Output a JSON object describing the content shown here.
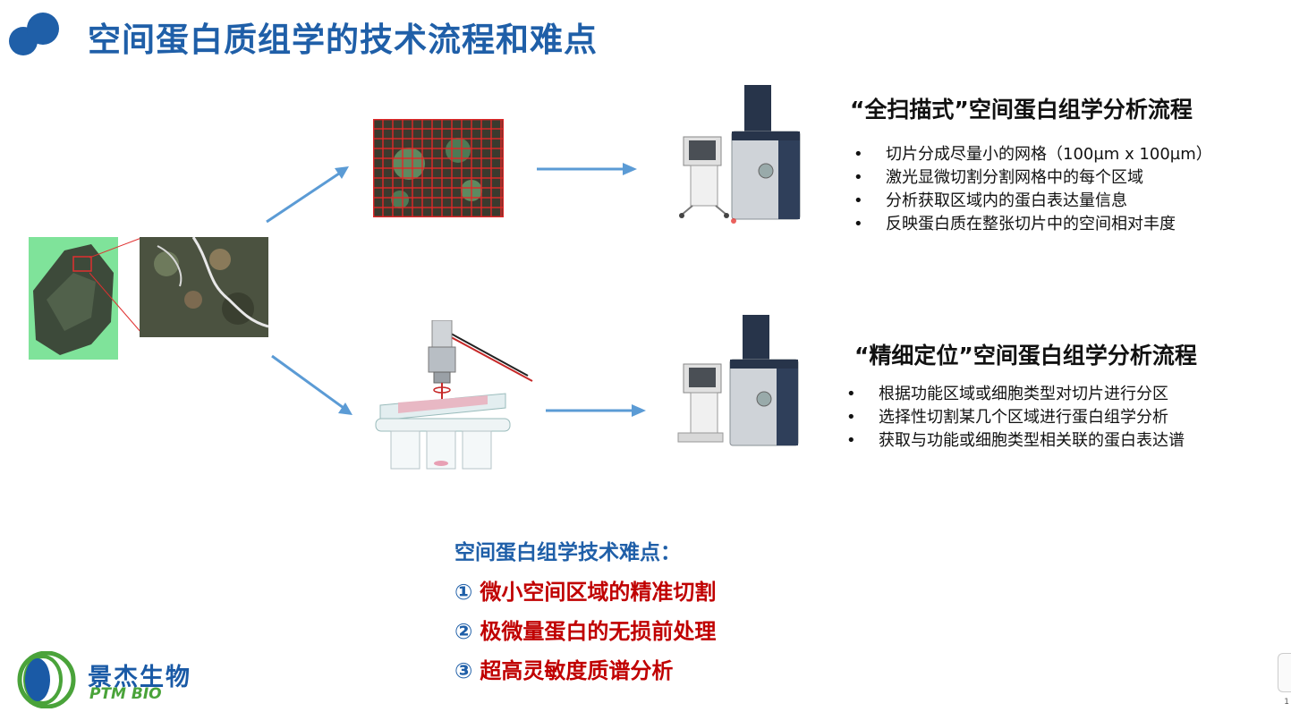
{
  "title": "空间蛋白质组学的技术流程和难点",
  "section1": {
    "title": "“全扫描式”空间蛋白组学分析流程",
    "bullets": [
      "切片分成尽量小的网格（100µm x 100µm）",
      "激光显微切割分割网格中的每个区域",
      "分析获取区域内的蛋白表达量信息",
      "反映蛋白质在整张切片中的空间相对丰度"
    ]
  },
  "section2": {
    "title": "“精细定位”空间蛋白组学分析流程",
    "bullets": [
      "根据功能区域或细胞类型对切片进行分区",
      "选择性切割某几个区域进行蛋白组学分析",
      "获取与功能或细胞类型相关联的蛋白表达谱"
    ]
  },
  "bullet_char": "•",
  "difficulties": {
    "title": "空间蛋白组学技术难点：",
    "items": [
      {
        "num": "①",
        "text": "微小空间区域的精准切割"
      },
      {
        "num": "②",
        "text": "极微量蛋白的无损前处理"
      },
      {
        "num": "③",
        "text": "超高灵敏度质谱分析"
      }
    ]
  },
  "logo": {
    "cn": "景杰生物",
    "en": "PTM BIO"
  },
  "page_number": "1",
  "colors": {
    "title_blue": "#1f5fa8",
    "red": "#c00000",
    "arrow": "#5b9bd5",
    "logo_green": "#4aa33a"
  },
  "icons": [
    "logo-circles-icon",
    "arrow-icon",
    "mass-spectrometer-icon",
    "microscope-icon"
  ]
}
